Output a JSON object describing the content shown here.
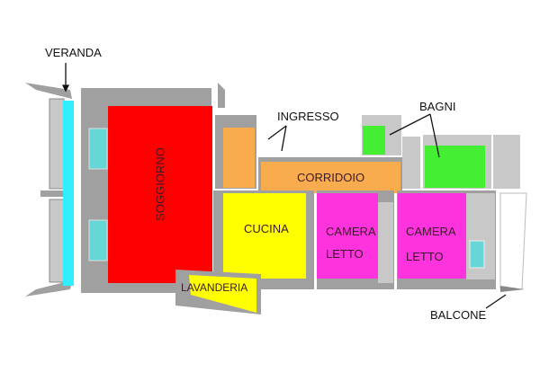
{
  "labels": {
    "veranda": "VERANDA",
    "soggiorno": "SOGGIORNO",
    "ingresso": "INGRESSO",
    "bagni": "BAGNI",
    "corridoio": "CORRIDOIO",
    "cucina": "CUCINA",
    "camera_1_line1": "CAMERA",
    "camera_1_line2": "LETTO",
    "camera_2_line1": "CAMERA",
    "camera_2_line2": "LETTO",
    "lavanderia": "LAVANDERIA",
    "balcone": "BALCONE"
  },
  "colors": {
    "wall": "#a0a0a0",
    "wall_light": "#c8c8c8",
    "veranda": "#33eeff",
    "soggiorno": "#ff0000",
    "ingresso_corridoio": "#f8ac4e",
    "cucina_lavanderia": "#ffff00",
    "camera": "#ff33dd",
    "bagni": "#44ee33",
    "window": "#66d6d6"
  }
}
